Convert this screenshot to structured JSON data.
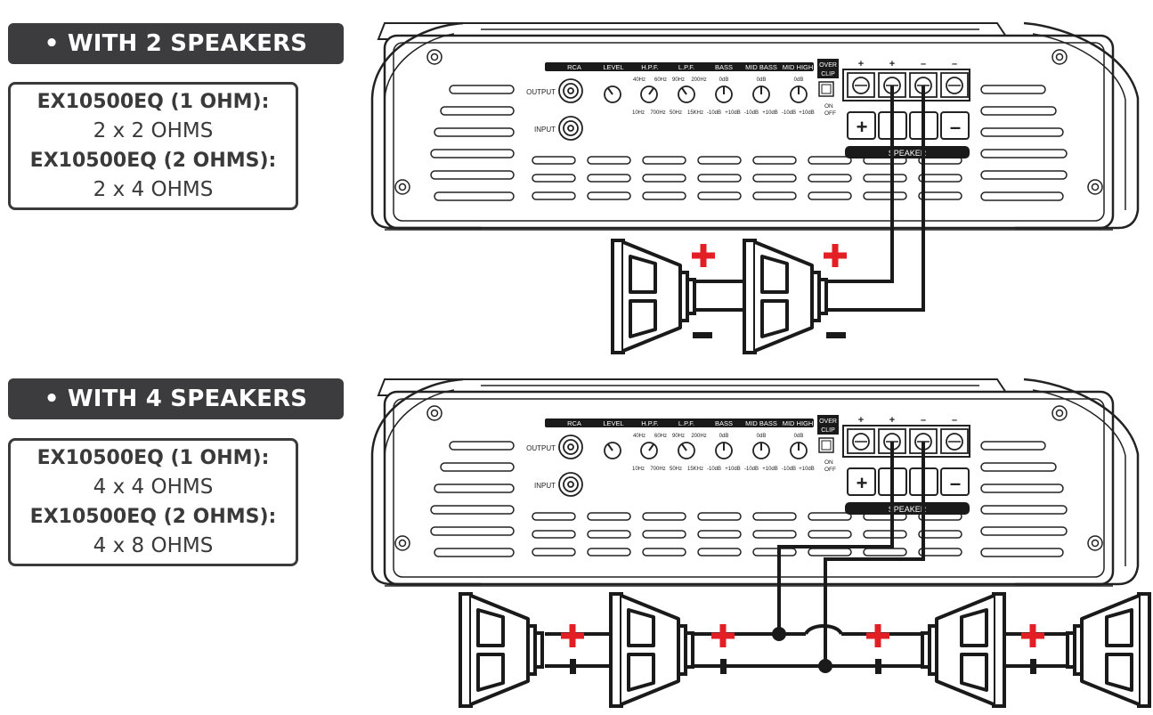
{
  "configs": [
    {
      "header": "• WITH 2 SPEAKERS",
      "model_1ohm": "EX10500EQ (1 OHM):",
      "load_1ohm": "2 x 2 OHMS",
      "model_2ohm": "EX10500EQ (2 OHMS):",
      "load_2ohm": "2 x 4 OHMS"
    },
    {
      "header": "• WITH 4 SPEAKERS",
      "model_1ohm": "EX10500EQ (1 OHM):",
      "load_1ohm": "4 x 4 OHMS",
      "model_2ohm": "EX10500EQ (2 OHMS):",
      "load_2ohm": "4 x 8 OHMS"
    }
  ],
  "panel": {
    "rca": "RCA",
    "level": "LEVEL",
    "hpf": "H.P.F.",
    "lpf": "L.P.F.",
    "bass": "BASS",
    "mid_bass": "MID BASS",
    "mid_high": "MID HIGH",
    "over_clip_1": "OVER",
    "over_clip_2": "CLIP",
    "output": "OUTPUT",
    "input": "INPUT",
    "hpf_top_left": "40Hz",
    "hpf_top_right": "60Hz",
    "hpf_bottom_left": "10Hz",
    "hpf_bottom_right": "700Hz",
    "lpf_top_left": "90Hz",
    "lpf_top_right": "200Hz",
    "lpf_bottom_left": "50Hz",
    "lpf_bottom_right": "15KHz",
    "zero_db": "0dB",
    "minus_10db": "-10dB",
    "plus_10db": "+10dB",
    "on": "ON",
    "off": "OFF",
    "speaker": "SPEAKER",
    "plus": "+",
    "minus": "–"
  },
  "polarity": {
    "plus": "+",
    "minus": "–"
  },
  "colors": {
    "header_bg": "#3c3c3e",
    "plus_red": "#e31e24",
    "line": "#1a1a1a"
  }
}
